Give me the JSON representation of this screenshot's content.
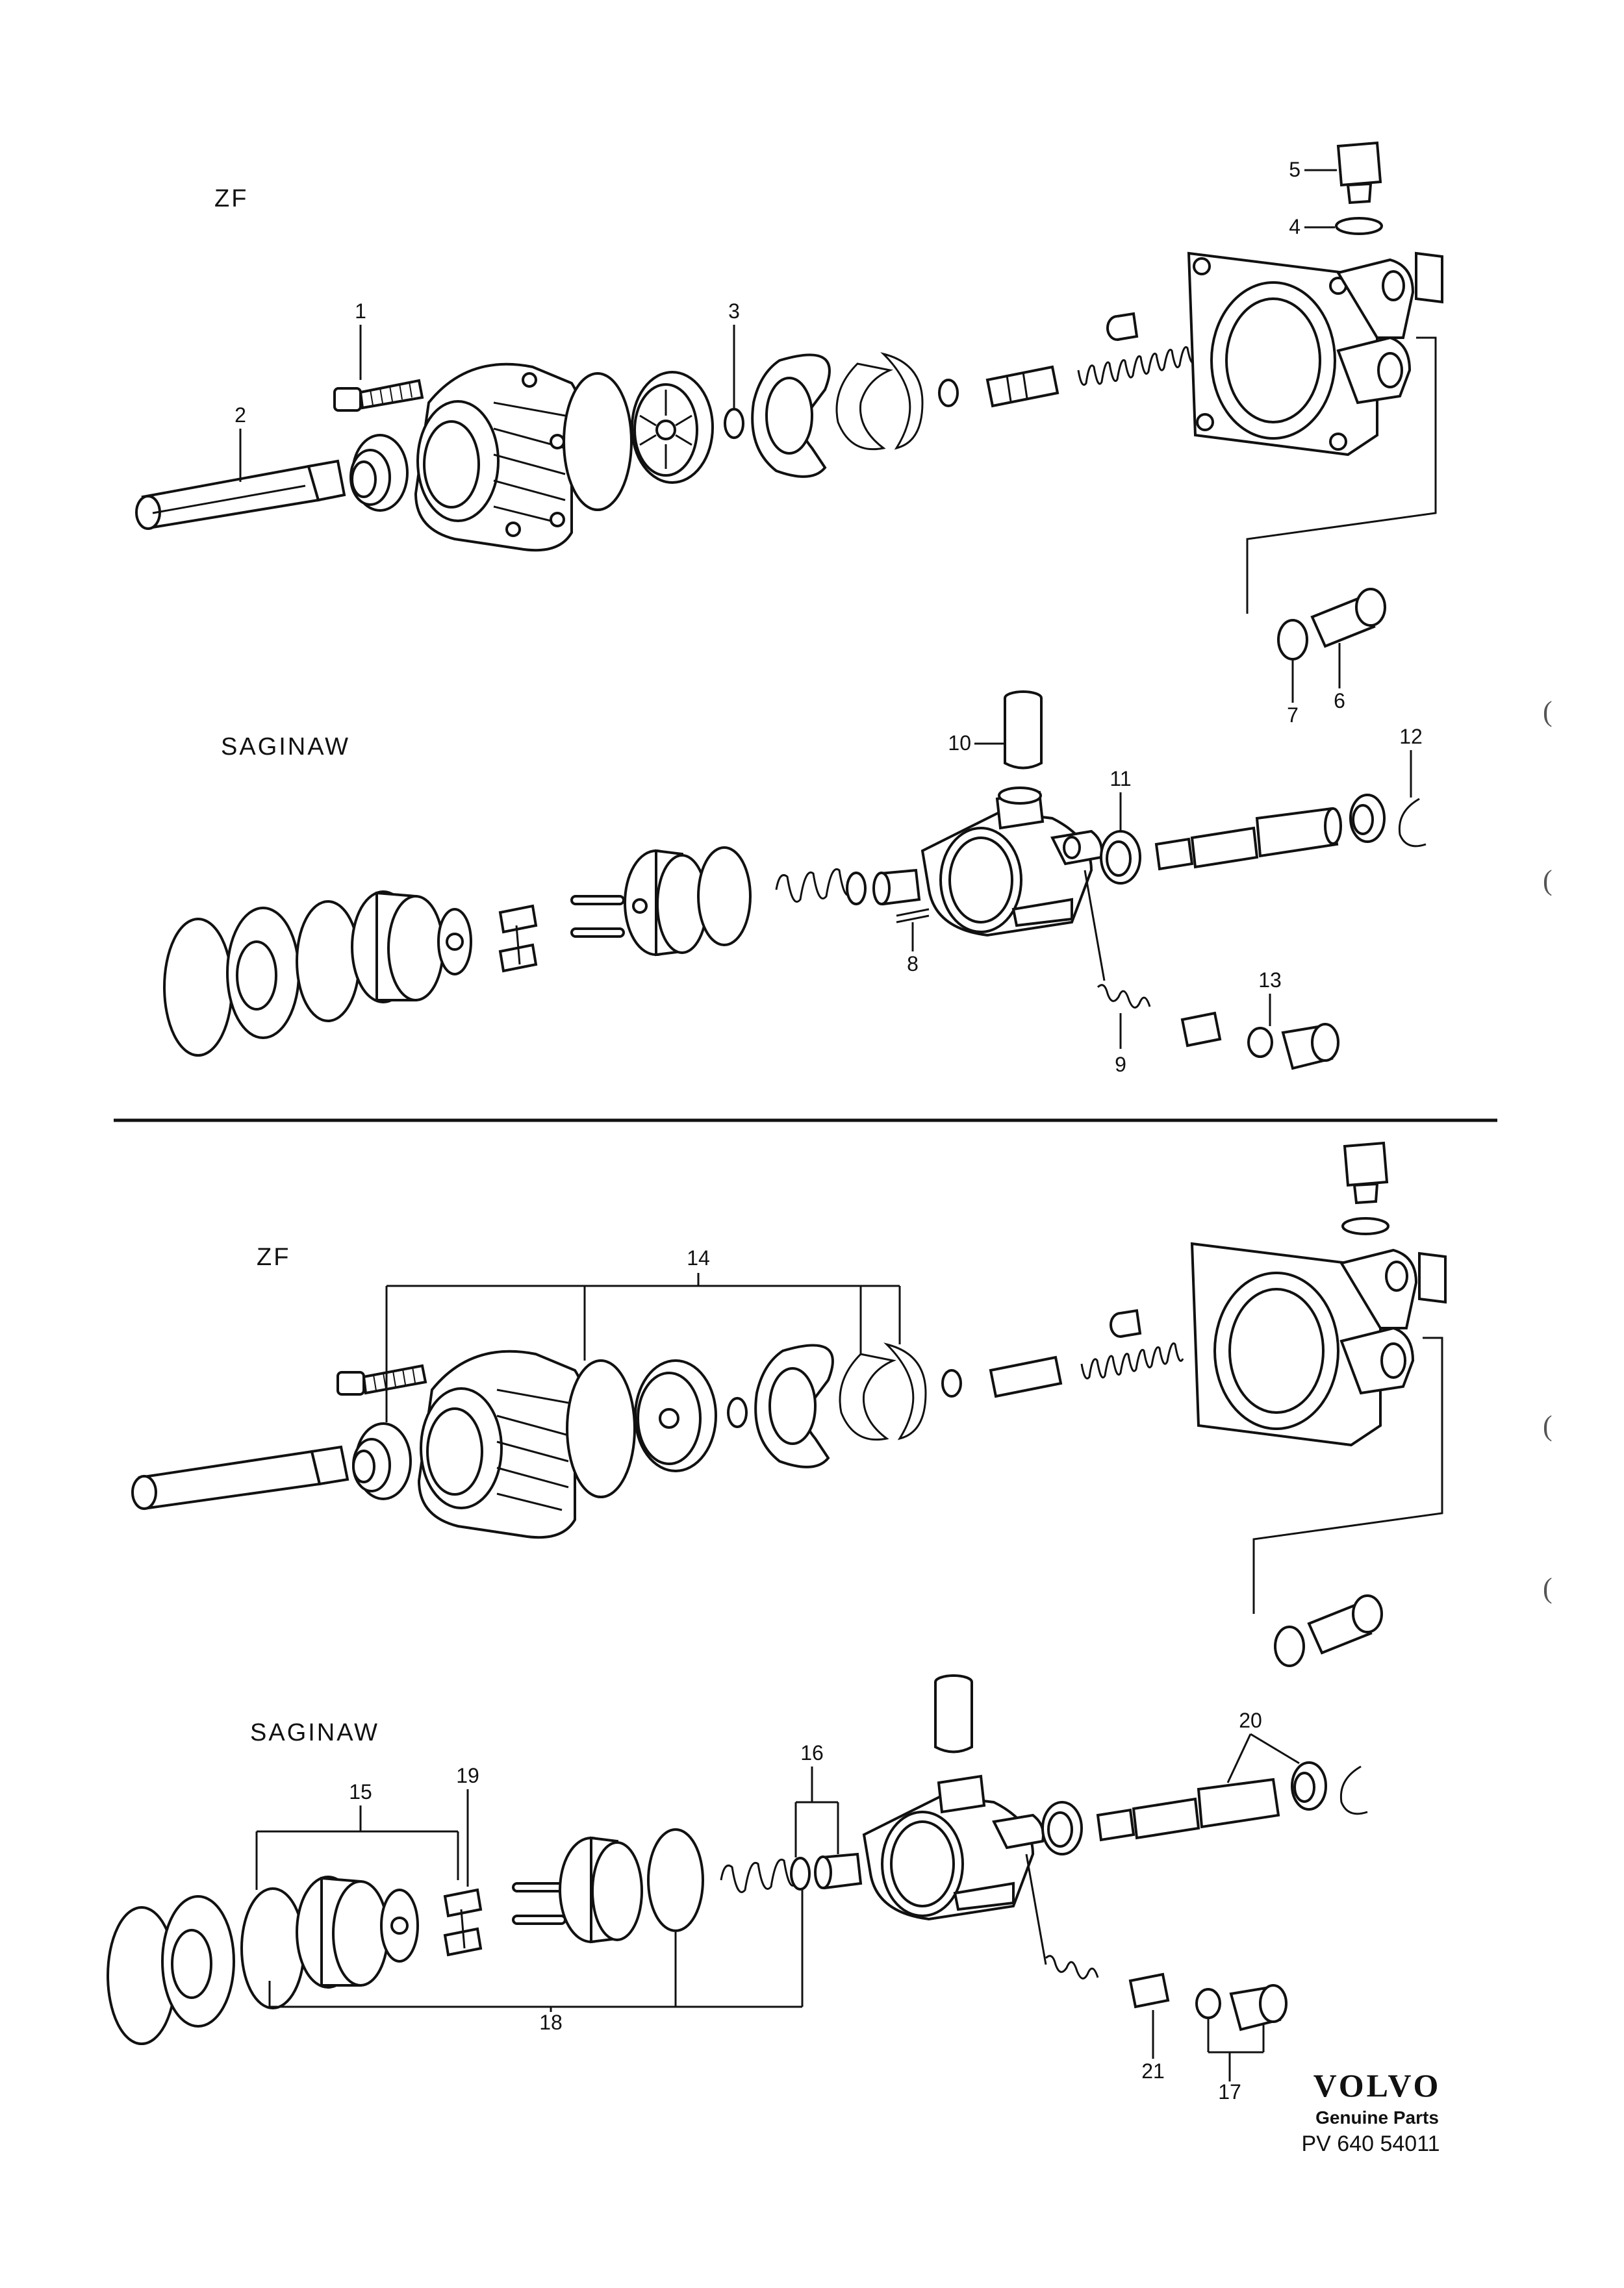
{
  "sections": {
    "zf_top": "ZF",
    "saginaw_top": "SAGINAW",
    "zf_bottom": "ZF",
    "saginaw_bottom": "SAGINAW"
  },
  "callouts": {
    "c1": "1",
    "c2": "2",
    "c3": "3",
    "c4": "4",
    "c5": "5",
    "c6": "6",
    "c7": "7",
    "c8": "8",
    "c9": "9",
    "c10": "10",
    "c11": "11",
    "c12": "12",
    "c13": "13",
    "c14": "14",
    "c15": "15",
    "c16": "16",
    "c17": "17",
    "c18": "18",
    "c19": "19",
    "c20": "20",
    "c21": "21"
  },
  "footer": {
    "brand": "VOLVO",
    "subtitle": "Genuine Parts",
    "code": "PV 640 54011"
  },
  "margin_marks": [
    "(",
    "(",
    "(",
    "("
  ]
}
